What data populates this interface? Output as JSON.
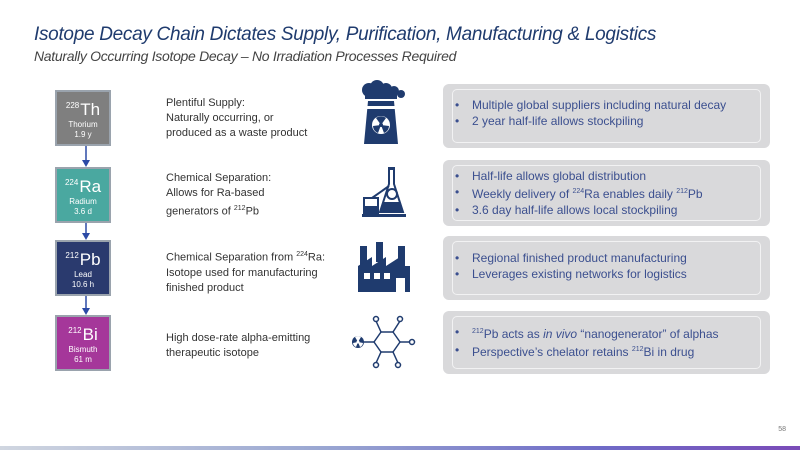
{
  "title": "Isotope Decay Chain Dictates Supply, Purification, Manufacturing & Logistics",
  "subtitle": "Naturally Occurring Isotope Decay – No Irradiation Processes Required",
  "page_number": "58",
  "colors": {
    "thorium": "#7f7f7f",
    "radium": "#4aa8a0",
    "lead": "#2a3a6e",
    "bismuth": "#a5379a",
    "arrow": "#2c4aa6",
    "icon": "#1f3b6e",
    "panel_text": "#3b4f8f"
  },
  "isotopes": [
    {
      "mass": "228",
      "symbol": "Th",
      "name": "Thorium",
      "half_life": "1.9 y"
    },
    {
      "mass": "224",
      "symbol": "Ra",
      "name": "Radium",
      "half_life": "3.6 d"
    },
    {
      "mass": "212",
      "symbol": "Pb",
      "name": "Lead",
      "half_life": "10.6 h"
    },
    {
      "mass": "212",
      "symbol": "Bi",
      "name": "Bismuth",
      "half_life": "61 m"
    }
  ],
  "descriptions": {
    "th": {
      "line1": "Plentiful Supply:",
      "line2": "Naturally occurring, or",
      "line3": "produced as a waste product"
    },
    "ra": {
      "line1": "Chemical Separation:",
      "line2": "Allows for Ra-based",
      "line3_pre": "generators of ",
      "line3_sup": "212",
      "line3_post": "Pb"
    },
    "pb": {
      "line1_pre": "Chemical Separation from ",
      "line1_sup": "224",
      "line1_post": "Ra:",
      "line2": "Isotope used for manufacturing",
      "line3": "finished product"
    },
    "bi": {
      "line1": "High dose-rate alpha-emitting",
      "line2": "therapeutic isotope"
    }
  },
  "icons": [
    "factory-radiation-icon",
    "lab-glassware-icon",
    "manufacturing-plant-icon",
    "molecule-radiation-icon"
  ],
  "panels": {
    "th": [
      "Multiple global suppliers including natural decay",
      "2 year half-life allows stockpiling"
    ],
    "ra": {
      "b1": "Half-life allows global distribution",
      "b2_pre": "Weekly delivery of ",
      "b2_sup1": "224",
      "b2_mid": "Ra enables daily ",
      "b2_sup2": "212",
      "b2_post": "Pb",
      "b3": "3.6 day half-life allows local stockpiling"
    },
    "pb": [
      "Regional finished product manufacturing",
      "Leverages existing networks for logistics"
    ],
    "bi": {
      "b1_sup": "212",
      "b1_pre": "Pb acts as ",
      "b1_em": "in vivo",
      "b1_post": " “nanogenerator” of alphas",
      "b2_pre": "Perspective’s chelator retains ",
      "b2_sup": "212",
      "b2_post": "Bi in drug"
    }
  }
}
